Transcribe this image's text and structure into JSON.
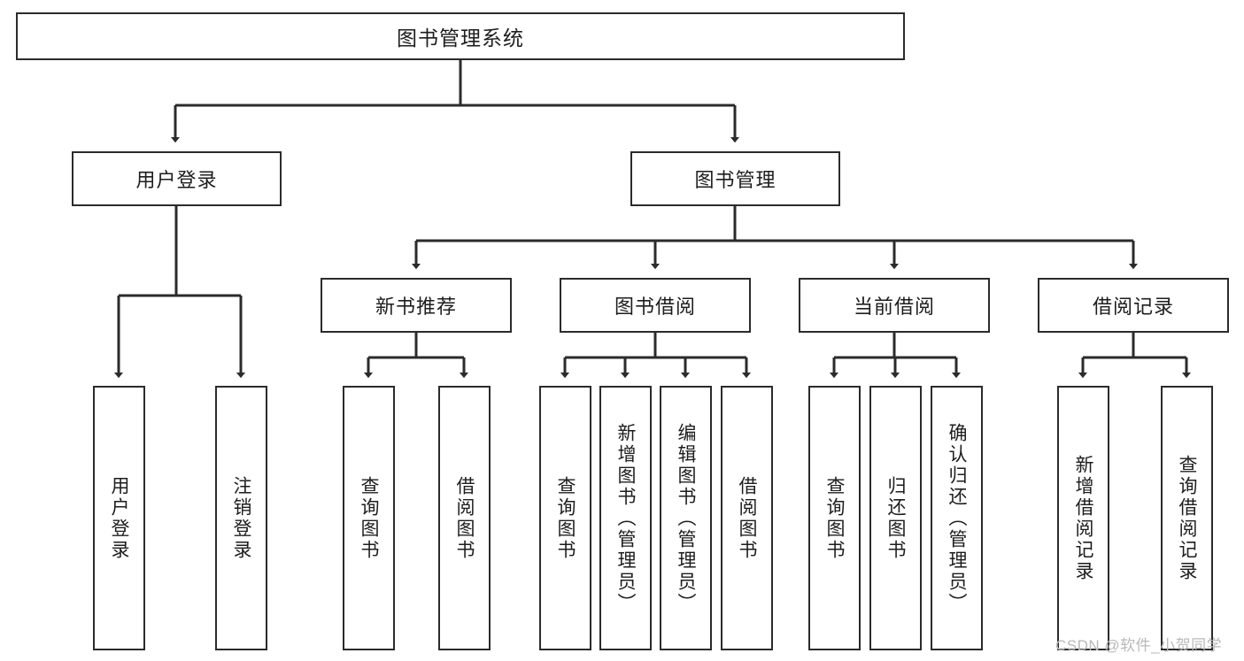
{
  "diagram": {
    "type": "tree-hierarchy-chart",
    "title": "图书管理系统",
    "line_color": "#2b2b2b",
    "box_fill": "#ffffff",
    "text_color": "#1d1d1d",
    "nodes": {
      "root": {
        "label": "图书管理系统"
      },
      "level2": [
        {
          "id": "user-login",
          "label": "用户登录"
        },
        {
          "id": "book-management",
          "label": "图书管理"
        }
      ],
      "level3": [
        {
          "id": "new-book-recommend",
          "label": "新书推荐"
        },
        {
          "id": "book-borrow",
          "label": "图书借阅"
        },
        {
          "id": "current-borrow",
          "label": "当前借阅"
        },
        {
          "id": "borrow-record",
          "label": "借阅记录"
        }
      ],
      "leaves": [
        {
          "id": "leaf-user-login",
          "label": "用户登录",
          "parent": "user-login"
        },
        {
          "id": "leaf-logout-login",
          "label": "注销登录",
          "parent": "user-login"
        },
        {
          "id": "leaf-query-book-1",
          "label": "查询图书",
          "parent": "new-book-recommend"
        },
        {
          "id": "leaf-borrow-book-1",
          "label": "借阅图书",
          "parent": "new-book-recommend"
        },
        {
          "id": "leaf-query-book-2",
          "label": "查询图书",
          "parent": "book-borrow"
        },
        {
          "id": "leaf-add-book",
          "label": "新增图书（管理员）",
          "parent": "book-borrow"
        },
        {
          "id": "leaf-edit-book",
          "label": "编辑图书（管理员）",
          "parent": "book-borrow"
        },
        {
          "id": "leaf-borrow-book-2",
          "label": "借阅图书",
          "parent": "book-borrow"
        },
        {
          "id": "leaf-query-book-3",
          "label": "查询图书",
          "parent": "current-borrow"
        },
        {
          "id": "leaf-return-book",
          "label": "归还图书",
          "parent": "current-borrow"
        },
        {
          "id": "leaf-confirm-return",
          "label": "确认归还（管理员）",
          "parent": "current-borrow"
        },
        {
          "id": "leaf-add-record",
          "label": "新增借阅记录",
          "parent": "borrow-record"
        },
        {
          "id": "leaf-query-record",
          "label": "查询借阅记录",
          "parent": "borrow-record"
        }
      ]
    }
  },
  "watermark": {
    "text": "CSDN @软件_小贺同学"
  }
}
